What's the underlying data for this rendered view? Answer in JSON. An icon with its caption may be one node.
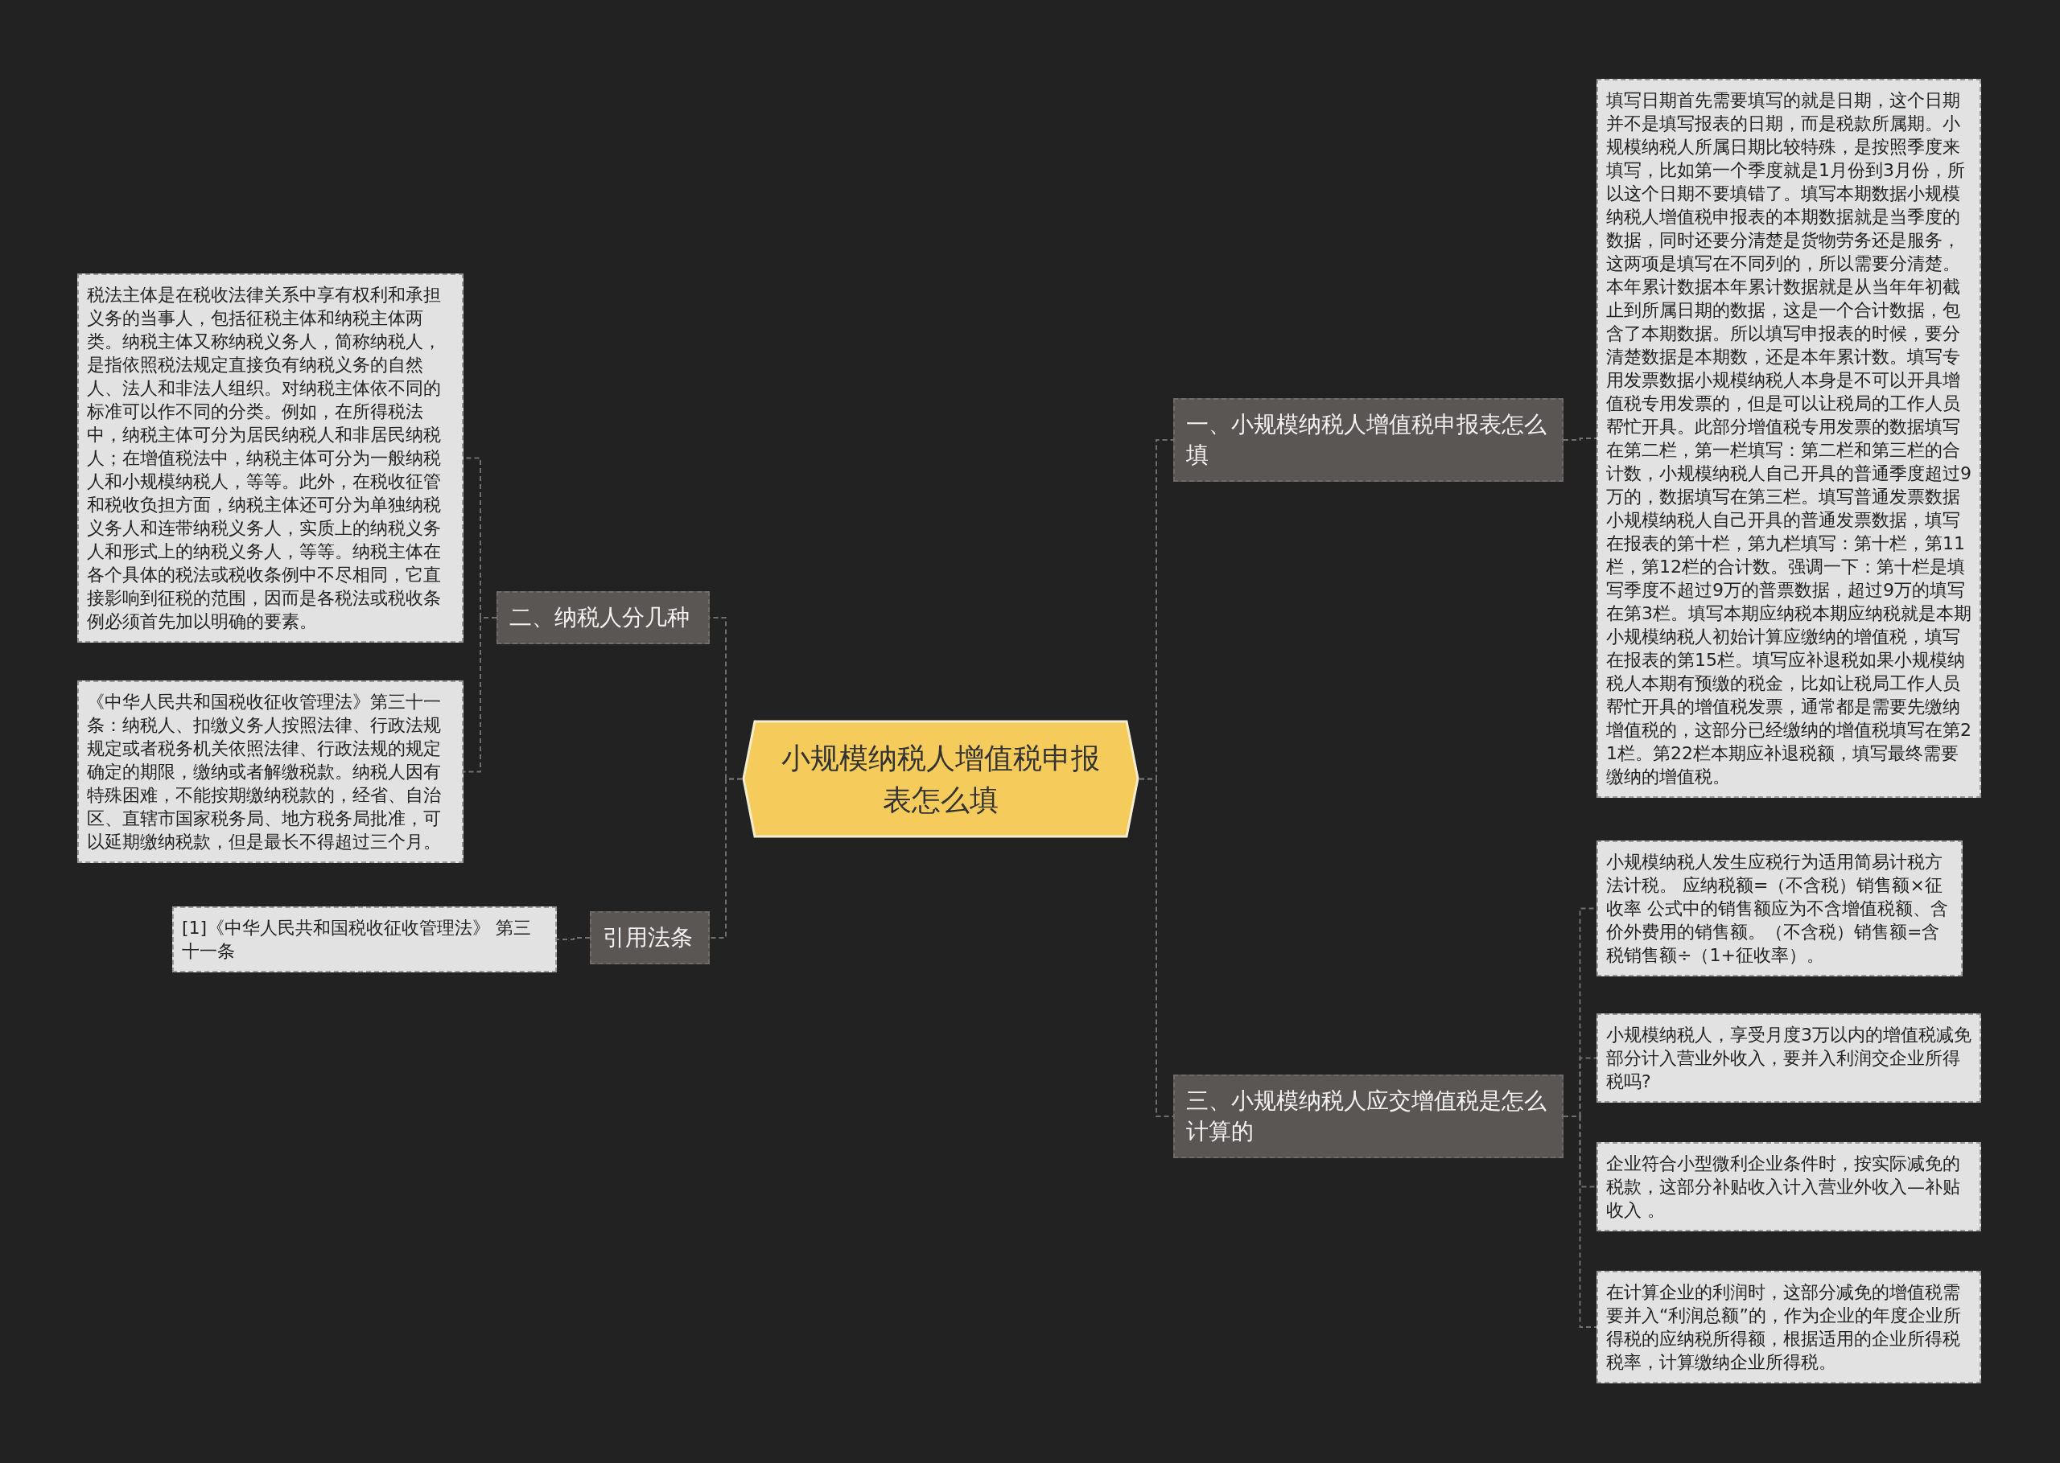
{
  "diagram": {
    "nodes": [
      {
        "text": [
          "小规模纳税人增值税申报表怎么填"
        ]
      },
      {
        "text": [
          "一、小规模纳税人增值税申报表怎么填"
        ]
      },
      {
        "text": [
          "填写日期首先需要填写的就是日期，这个日期并不是填写报表的日期，而是税款所属期。小规模纳税人所属日期比较特殊，是按照季度来填写，比如第一个季度就是1月份到3月份，所以这个日期不要填错了。填写本期数据小规模纳税人增值税申报表的本期数据就是当季度的数据，同时还要分清楚是货物劳务还是服务，这两项是填写在不同列的，所以需要分清楚。本年累计数据本年累计数据就是从当年年初截止到所属日期的数据，这是一个合计数据，包含了本期数据。所以填写申报表的时候，要分清楚数据是本期数，还是本年累计数。填写专用发票数据小规模纳税人本身是不可以开具增值税专用发票的，但是可以让税局的工作人员帮忙开具。此部分增值税专用发票的数据填写在第二栏，第一栏填写：第二栏和第三栏的合计数，小规模纳税人自己开具的普通季度超过9万的，数据填写在第三栏。填写普通发票数据小规模纳税人自己开具的普通发票数据，填写在报表的第十栏，第九栏填写：第十栏，第11栏，第12栏的合计数。强调一下：第十栏是填写季度不超过9万的普票数据，超过9万的填写在第3栏。填写本期应纳税本期应纳税就是本期小规模纳税人初始计算应缴纳的增值税，填写在报表的第15栏。填写应补退税如果小规模纳税人本期有预缴的税金，比如让税局工作人员帮忙开具的增值税发票，通常都是需要先缴纳增值税的，这部分已经缴纳的增值税填写在第21栏。第22栏本期应补退税额，填写最终需要缴纳的增值税。"
        ]
      },
      {
        "text": [
          "二、纳税人分几种"
        ]
      },
      {
        "text": [
          "税法主体是在税收法律关系中享有权利和承担义务的当事人，包括征税主体和纳税主体两类。纳税主体又称纳税义务人，简称纳税人，是指依照税法规定直接负有纳税义务的自然人、法人和非法人组织。对纳税主体依不同的标准可以作不同的分类。例如，在所得税法中，纳税主体可分为居民纳税人和非居民纳税人；在增值税法中，纳税主体可分为一般纳税人和小规模纳税人，等等。此外，在税收征管和税收负担方面，纳税主体还可分为单独纳税义务人和连带纳税义务人，实质上的纳税义务人和形式上的纳税义务人，等等。纳税主体在各个具体的税法或税收条例中不尽相同，它直接影响到征税的范围，因而是各税法或税收条例必须首先加以明确的要素。"
        ]
      },
      {
        "text": [
          "《中华人民共和国税收征收管理法》第三十一条：纳税人、扣缴义务人按照法律、行政法规规定或者税务机关依照法律、行政法规的规定确定的期限，缴纳或者解缴税款。纳税人因有特殊困难，不能按期缴纳税款的，经省、自治区、直辖市国家税务局、地方税务局批准，可以延期缴纳税款，但是最长不得超过三个月。"
        ]
      },
      {
        "text": [
          "三、小规模纳税人应交增值税是怎么计算的"
        ]
      },
      {
        "text": [
          "小规模纳税人发生应税行为适用简易计税方法计税。 应纳税额=（不含税）销售额×征收率 公式中的销售额应为不含增值税额、含价外费用的销售额。（不含税）销售额=含税销售额÷（1+征收率）。"
        ]
      },
      {
        "text": [
          "小规模纳税人，享受月度3万以内的增值税减免部分计入营业外收入，要并入利润交企业所得税吗?"
        ]
      },
      {
        "text": [
          "企业符合小型微利企业条件时，按实际减免的税款，这部分补贴收入计入营业外收入—补贴收入 。"
        ]
      },
      {
        "text": [
          "在计算企业的利润时，这部分减免的增值税需要并入“利润总额”的，作为企业的年度企业所得税的应纳税所得额，根据适用的企业所得税税率，计算缴纳企业所得税。"
        ]
      },
      {
        "text": [
          "引用法条"
        ]
      },
      {
        "text": [
          "[1]《中华人民共和国税收征收管理法》 第三十一条"
        ]
      }
    ],
    "edges": [
      {
        "from": 0,
        "to": 1,
        "arrow": "none"
      },
      {
        "from": 1,
        "to": 2,
        "arrow": "none"
      },
      {
        "from": 0,
        "to": 3,
        "arrow": "none"
      },
      {
        "from": 3,
        "to": 4,
        "arrow": "none"
      },
      {
        "from": 3,
        "to": 5,
        "arrow": "none"
      },
      {
        "from": 0,
        "to": 6,
        "arrow": "none"
      },
      {
        "from": 6,
        "to": 7,
        "arrow": "none"
      },
      {
        "from": 6,
        "to": 8,
        "arrow": "none"
      },
      {
        "from": 6,
        "to": 9,
        "arrow": "none"
      },
      {
        "from": 6,
        "to": 10,
        "arrow": "none"
      },
      {
        "from": 0,
        "to": 11,
        "arrow": "none"
      },
      {
        "from": 11,
        "to": 12,
        "arrow": "none"
      }
    ]
  }
}
